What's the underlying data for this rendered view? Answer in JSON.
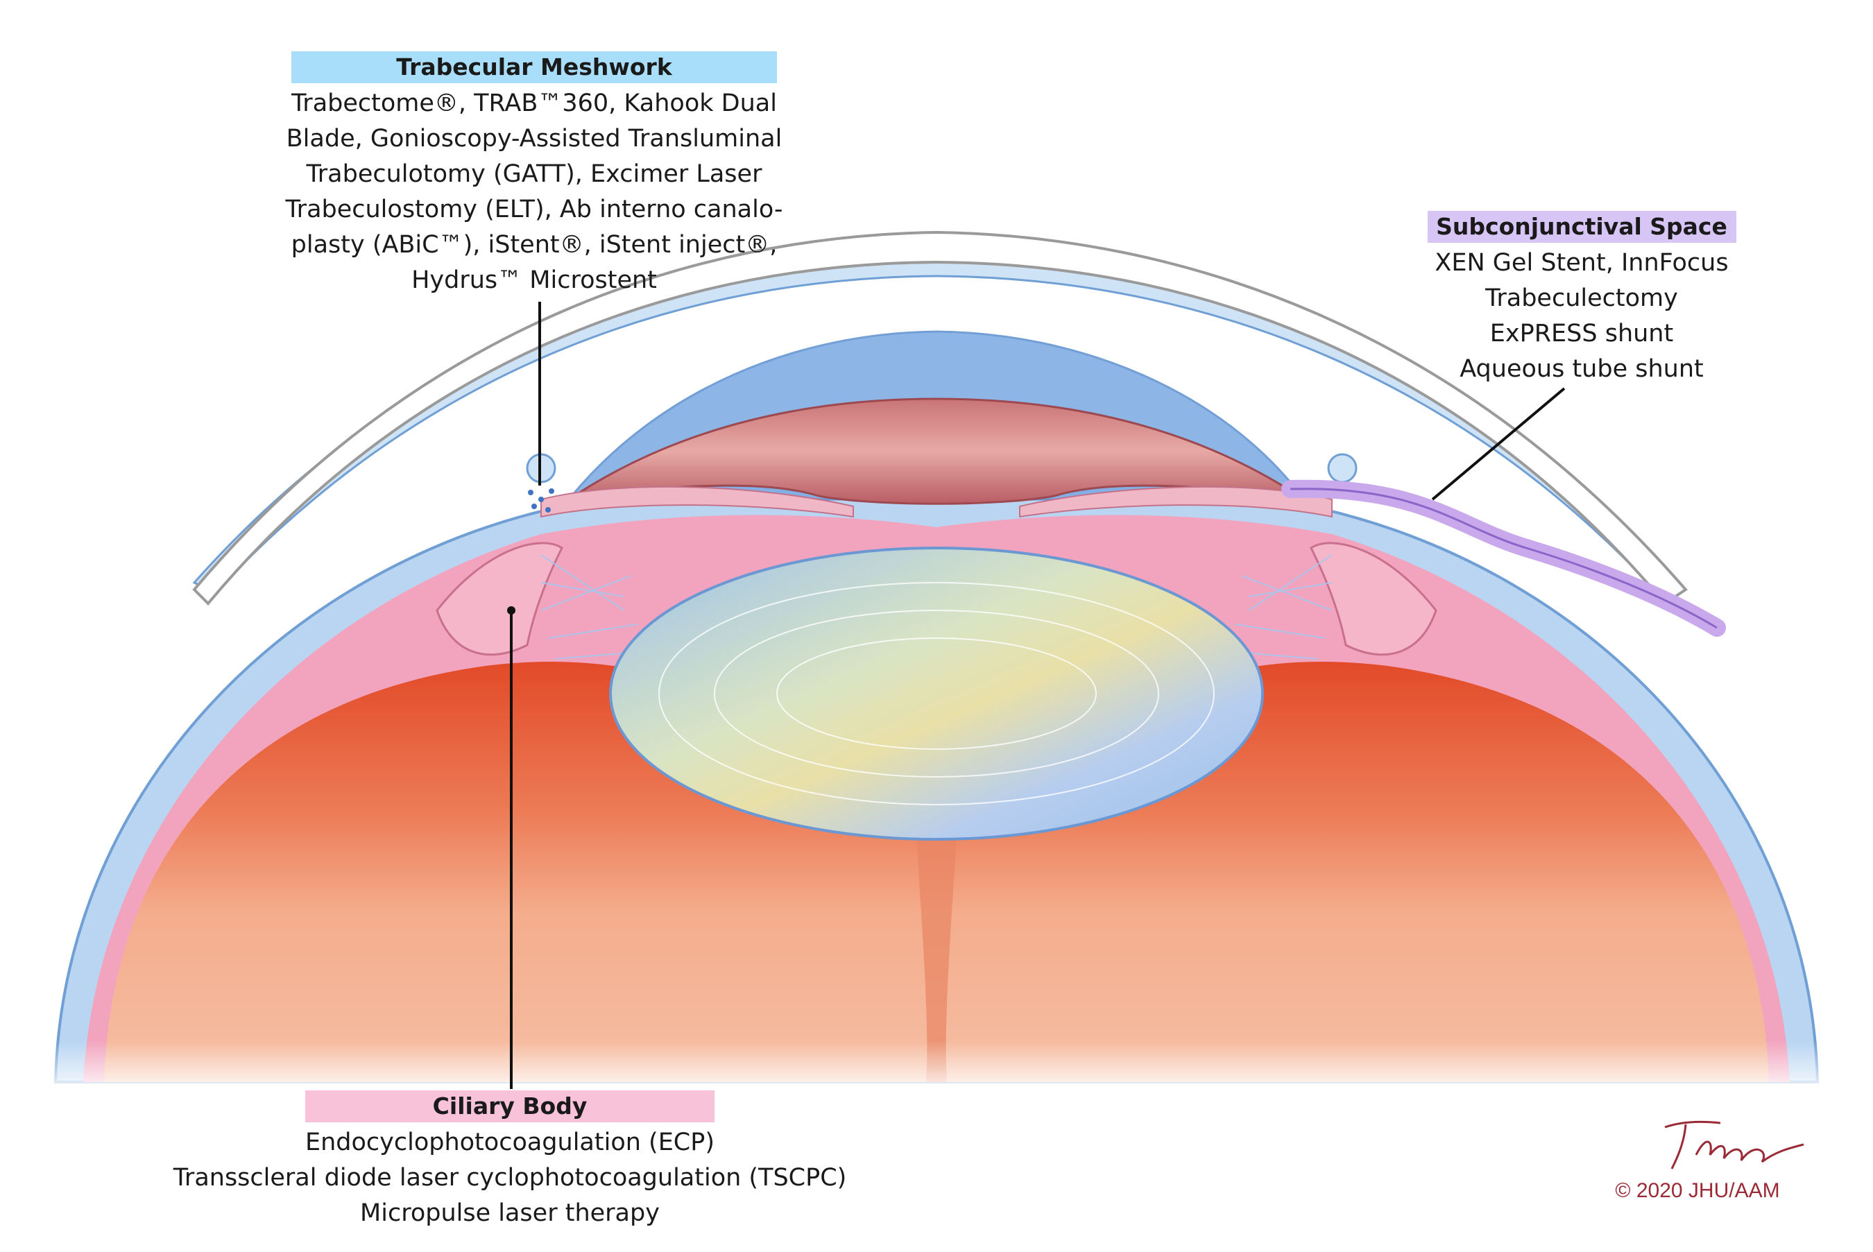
{
  "labels": {
    "trabecular_meshwork": {
      "heading": "Trabecular Meshwork",
      "color": "#a8defa",
      "lines": [
        "Trabectome®, TRAB™360, Kahook Dual",
        "Blade, Gonioscopy-Assisted Transluminal",
        "Trabeculotomy (GATT), Excimer Laser",
        "Trabeculostomy (ELT), Ab interno canalo-",
        "plasty (ABiC™), iStent®, iStent inject®,",
        "Hydrus™ Microstent"
      ]
    },
    "subconjunctival_space": {
      "heading": "Subconjunctival Space",
      "color": "#d7c5f5",
      "lines": [
        "XEN Gel Stent, InnFocus",
        "Trabeculectomy",
        "ExPRESS shunt",
        "Aqueous tube shunt"
      ]
    },
    "ciliary_body": {
      "heading": "Ciliary Body",
      "color": "#f8c2d8",
      "lines": [
        "Endocyclophotocoagulation (ECP)",
        "Transscleral diode laser cyclophotocoagulation (TSCPC)",
        "Micropulse laser therapy"
      ]
    }
  },
  "credit": "© 2020 JHU/AAM",
  "colors": {
    "vitreous": "#e04425",
    "vitreous_light": "#f5b598",
    "sclera": "#b9d5f2",
    "cornea": "#cfe3f7",
    "uvea": "#f2a4bf",
    "lens": "#aacbef",
    "iris": "#d9868a",
    "tube": "#c9a8ec",
    "leader": "#111111"
  }
}
